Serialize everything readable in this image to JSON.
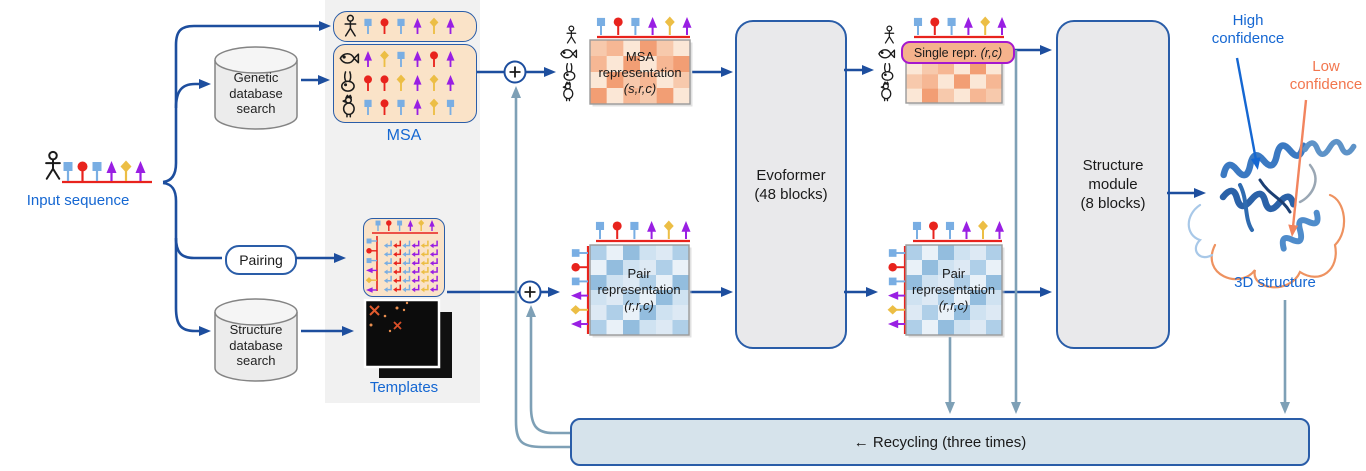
{
  "title": "AlphaFold network architecture diagram",
  "colors": {
    "arrow_blue": "#1D4E9E",
    "border_blue": "#2A5DA8",
    "label_blue": "#1567D2",
    "steel_recycle": "#7EA0B6",
    "red_line": "#E8231D",
    "peach_fill": "#FAE3C8",
    "panel_gray": "#F1F1F1",
    "label_orange": "#F2764E",
    "single_repr_border": "#A518CE",
    "marker": {
      "b": "#79AEE3",
      "r": "#E8231D",
      "p": "#991FE3",
      "y": "#ECBE45"
    }
  },
  "labels": {
    "input_sequence": "Input sequence",
    "genetic_db": [
      "Genetic",
      "database",
      "search"
    ],
    "msa": "MSA",
    "pairing": "Pairing",
    "structure_db": [
      "Structure",
      "database",
      "search"
    ],
    "templates": "Templates",
    "msa_repr_line1": "MSA",
    "msa_repr_line2": "representation",
    "msa_repr_dims": "(s,r,c)",
    "evoformer_line1": "Evoformer",
    "evoformer_line2": "(48 blocks)",
    "single_repr": "Single repr. ",
    "single_repr_dims": "(r,c)",
    "pair_repr_line1": "Pair",
    "pair_repr_line2": "representation",
    "pair_repr_dims": "(r,r,c)",
    "structure_module_line1": "Structure",
    "structure_module_line2": "module",
    "structure_module_line3": "(8 blocks)",
    "high_confidence": [
      "High",
      "confidence"
    ],
    "low_confidence": [
      "Low",
      "confidence"
    ],
    "structure_3d": "3D structure",
    "recycling": "← Recycling (three times)"
  },
  "icons": [
    "human-icon",
    "fish-icon",
    "rabbit-icon",
    "rooster-icon",
    "plus-circle-icon",
    "left-arrow-icon",
    "database-cylinder-icon"
  ],
  "sequences": {
    "input": [
      "b",
      "r",
      "b",
      "p",
      "y",
      "p"
    ],
    "msa_human": [
      "b",
      "r",
      "b",
      "p",
      "y",
      "p"
    ],
    "msa_fish": [
      "p",
      "y",
      "b",
      "p",
      "r",
      "p"
    ],
    "msa_rabbit": [
      "r",
      "r",
      "y",
      "p",
      "y",
      "p"
    ],
    "msa_rooster": [
      "b",
      "r",
      "b",
      "p",
      "y",
      "b"
    ],
    "repr_top": [
      "b",
      "r",
      "b",
      "p",
      "y",
      "p"
    ],
    "pair_left": [
      "b",
      "r",
      "b",
      "p",
      "y",
      "p"
    ],
    "matrix_top": [
      "b",
      "r",
      "b",
      "p",
      "y",
      "p"
    ],
    "matrix_left": [
      "b",
      "r",
      "b",
      "p",
      "y",
      "p"
    ]
  },
  "grids": {
    "palettes": {
      "oranges": [
        "#FBE7D6",
        "#F7C9AC",
        "#F29E74",
        "#F6B794"
      ],
      "blues": [
        "#E9F1F8",
        "#CFE2F1",
        "#AFCFE8",
        "#93BDDE",
        "#DDE9F4"
      ]
    },
    "msa_repr": [
      [
        1,
        3,
        0,
        2,
        1,
        0
      ],
      [
        3,
        0,
        2,
        0,
        3,
        2
      ],
      [
        0,
        2,
        1,
        3,
        0,
        1
      ],
      [
        2,
        0,
        3,
        1,
        2,
        0
      ]
    ],
    "single": [
      [
        0,
        1,
        3,
        0,
        2,
        0
      ],
      [
        1,
        3,
        0,
        2,
        0,
        3
      ],
      [
        0,
        2,
        1,
        0,
        3,
        1
      ]
    ],
    "pair": [
      [
        2,
        0,
        3,
        1,
        4,
        2
      ],
      [
        0,
        3,
        1,
        4,
        2,
        0
      ],
      [
        3,
        1,
        4,
        2,
        0,
        3
      ],
      [
        1,
        4,
        2,
        0,
        3,
        1
      ],
      [
        4,
        2,
        0,
        3,
        1,
        4
      ],
      [
        2,
        0,
        3,
        1,
        4,
        2
      ]
    ]
  }
}
